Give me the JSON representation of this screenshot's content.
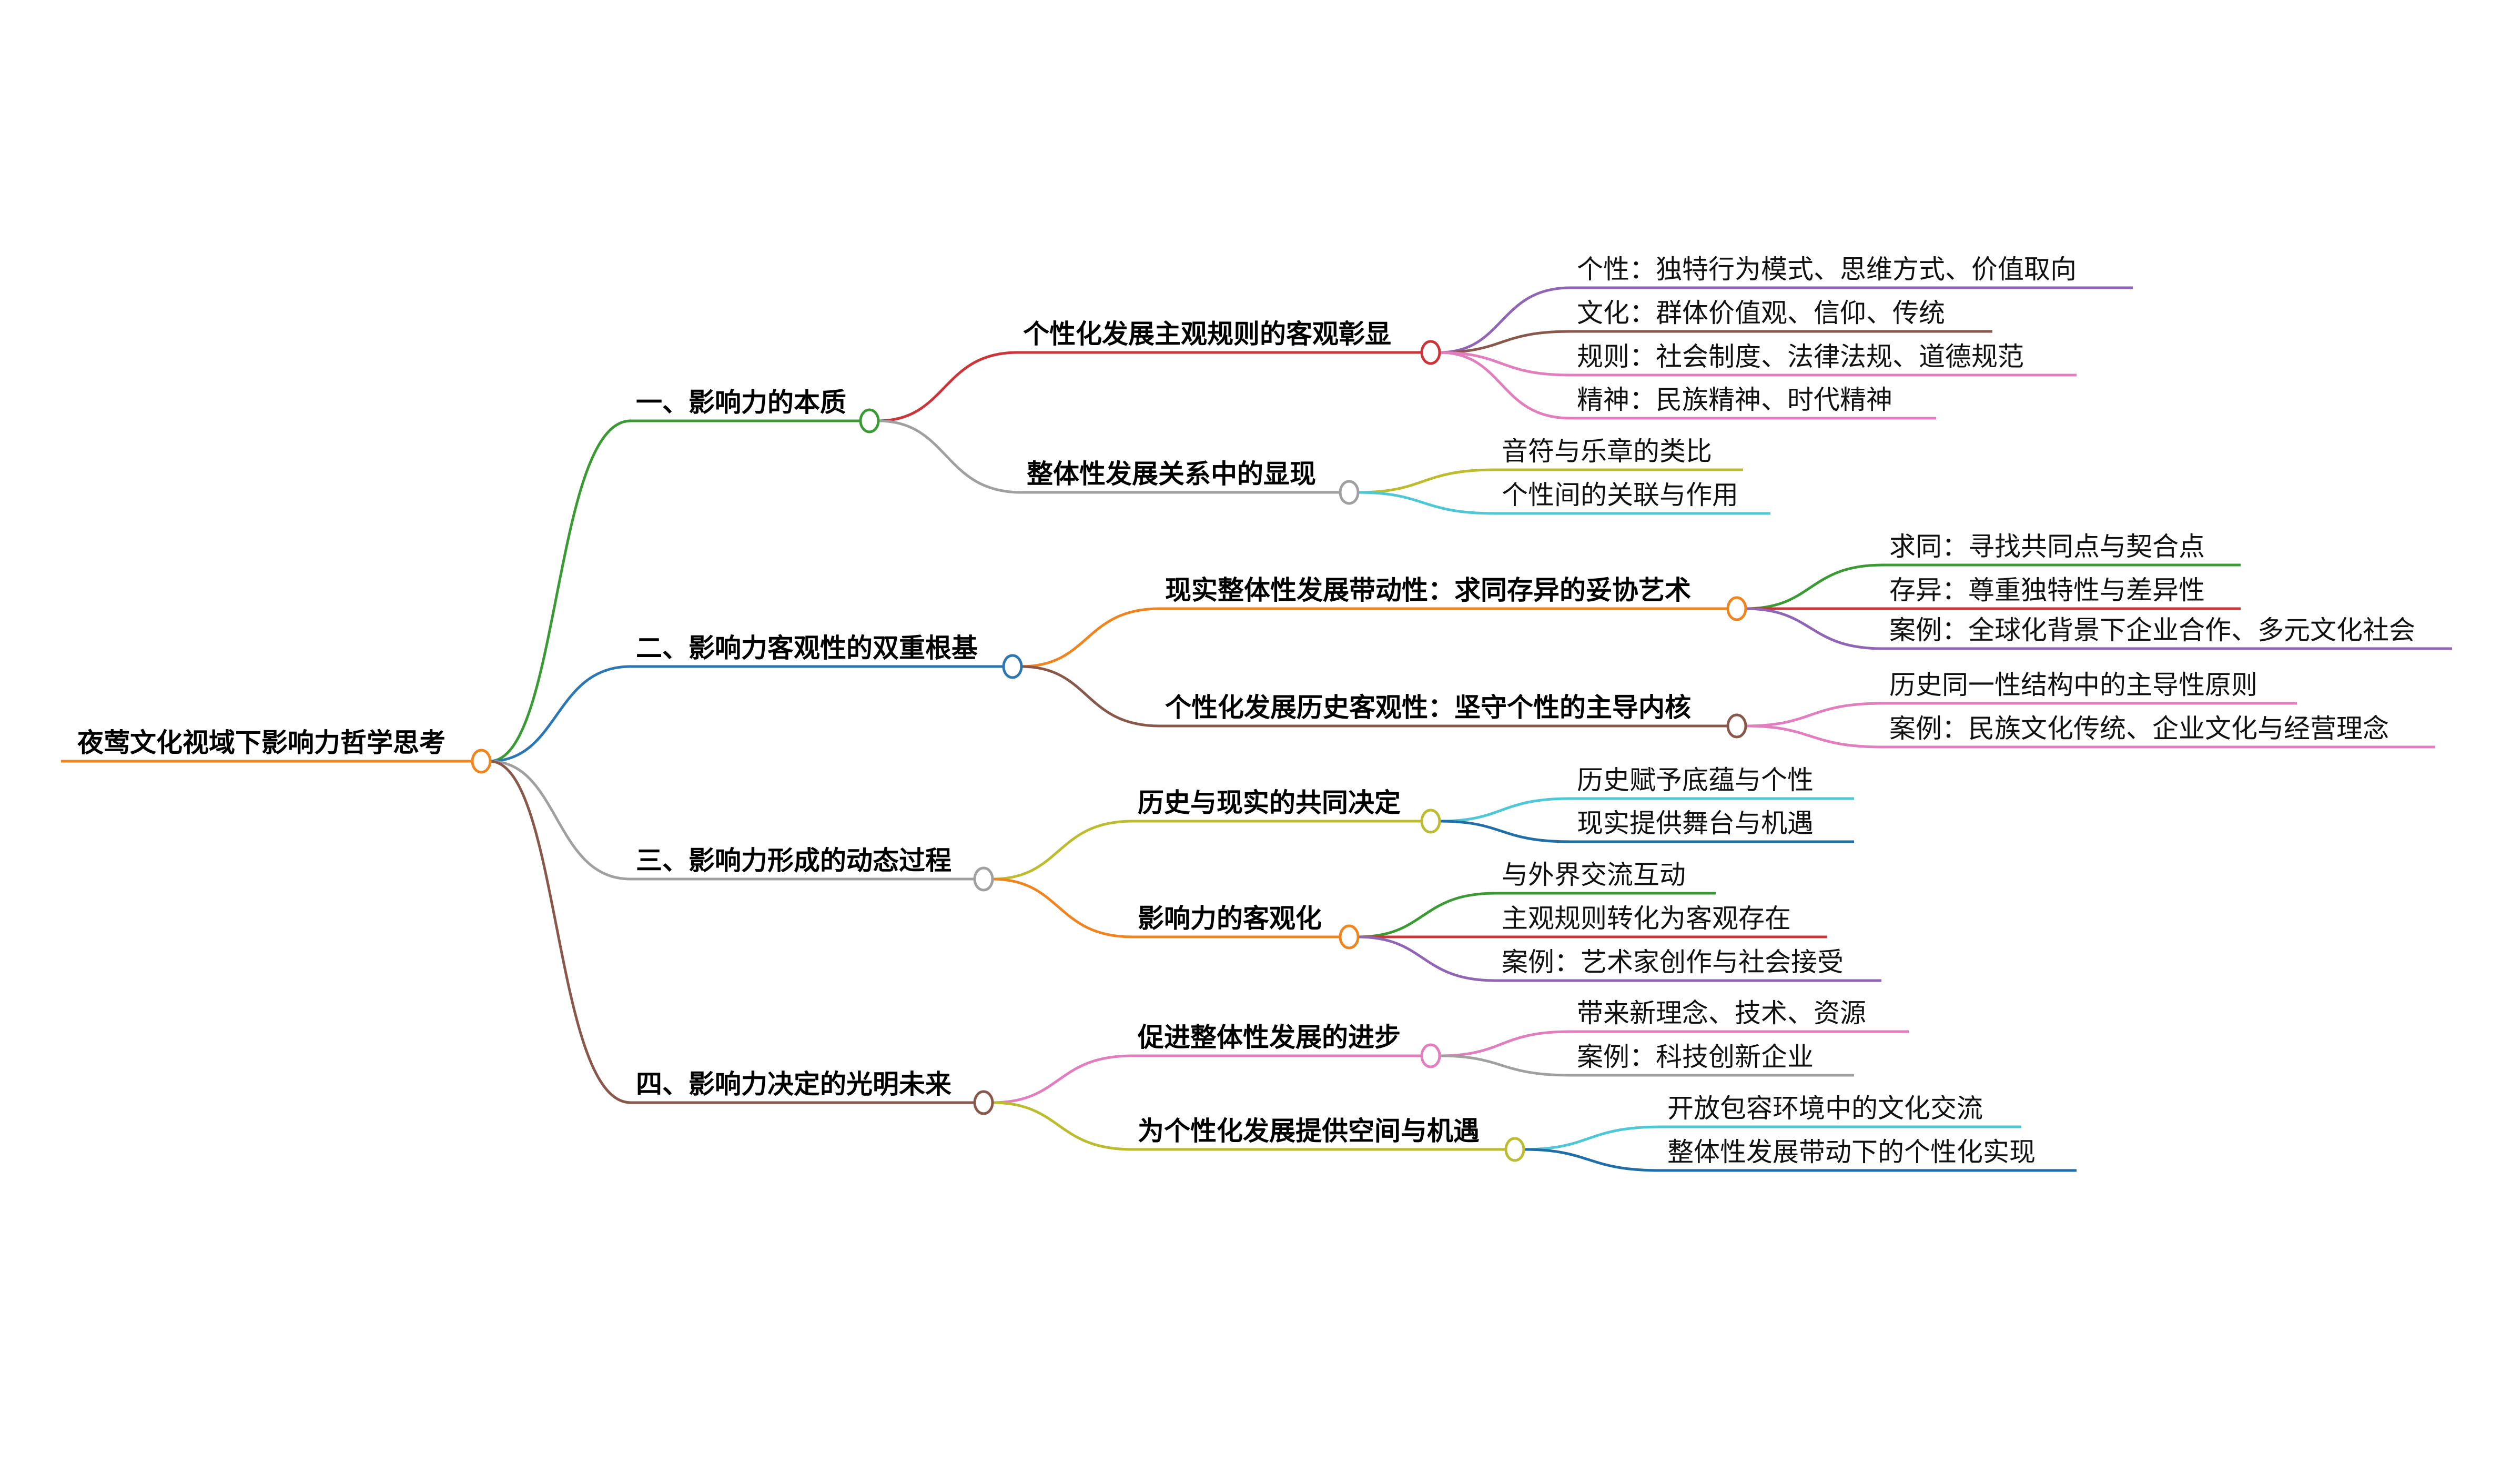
{
  "colors": {
    "orange": "#f0841f",
    "green": "#3a9b35",
    "blue": "#2a77b4",
    "gray": "#a0a0a0",
    "brown": "#8a584b",
    "red": "#cd3438",
    "purple": "#9065b5",
    "pink": "#e27dbe",
    "olive": "#bcbc2e",
    "cyan": "#4ec8d6",
    "darkblue": "#1f6ea8"
  },
  "root": {
    "label": "夜莺文化视域下影响力哲学思考",
    "color": "orange"
  },
  "branches": [
    {
      "label": "一、影响力的本质",
      "color": "green",
      "children": [
        {
          "label": "个性化发展主观规则的客观彰显",
          "color": "red",
          "children": [
            {
              "label": "个性：独特行为模式、思维方式、价值取向",
              "color": "purple"
            },
            {
              "label": "文化：群体价值观、信仰、传统",
              "color": "brown"
            },
            {
              "label": "规则：社会制度、法律法规、道德规范",
              "color": "pink"
            },
            {
              "label": "精神：民族精神、时代精神",
              "color": "pink"
            }
          ]
        },
        {
          "label": "整体性发展关系中的显现",
          "color": "gray",
          "children": [
            {
              "label": "音符与乐章的类比",
              "color": "olive"
            },
            {
              "label": "个性间的关联与作用",
              "color": "cyan"
            }
          ]
        }
      ]
    },
    {
      "label": "二、影响力客观性的双重根基",
      "color": "blue",
      "children": [
        {
          "label": "现实整体性发展带动性：求同存异的妥协艺术",
          "color": "orange",
          "children": [
            {
              "label": "求同：寻找共同点与契合点",
              "color": "green"
            },
            {
              "label": "存异：尊重独特性与差异性",
              "color": "red"
            },
            {
              "label": "案例：全球化背景下企业合作、多元文化社会",
              "color": "purple"
            }
          ]
        },
        {
          "label": "个性化发展历史客观性：坚守个性的主导内核",
          "color": "brown",
          "children": [
            {
              "label": "历史同一性结构中的主导性原则",
              "color": "pink"
            },
            {
              "label": "案例：民族文化传统、企业文化与经营理念",
              "color": "pink"
            }
          ]
        }
      ]
    },
    {
      "label": "三、影响力形成的动态过程",
      "color": "gray",
      "children": [
        {
          "label": "历史与现实的共同决定",
          "color": "olive",
          "children": [
            {
              "label": "历史赋予底蕴与个性",
              "color": "cyan"
            },
            {
              "label": "现实提供舞台与机遇",
              "color": "darkblue"
            }
          ]
        },
        {
          "label": "影响力的客观化",
          "color": "orange",
          "children": [
            {
              "label": "与外界交流互动",
              "color": "green"
            },
            {
              "label": "主观规则转化为客观存在",
              "color": "red"
            },
            {
              "label": "案例：艺术家创作与社会接受",
              "color": "purple"
            }
          ]
        }
      ]
    },
    {
      "label": "四、影响力决定的光明未来",
      "color": "brown",
      "children": [
        {
          "label": "促进整体性发展的进步",
          "color": "pink",
          "children": [
            {
              "label": "带来新理念、技术、资源",
              "color": "pink"
            },
            {
              "label": "案例：科技创新企业",
              "color": "gray"
            }
          ]
        },
        {
          "label": "为个性化发展提供空间与机遇",
          "color": "olive",
          "children": [
            {
              "label": "开放包容环境中的文化交流",
              "color": "cyan"
            },
            {
              "label": "整体性发展带动下的个性化实现",
              "color": "darkblue"
            }
          ]
        }
      ]
    }
  ]
}
